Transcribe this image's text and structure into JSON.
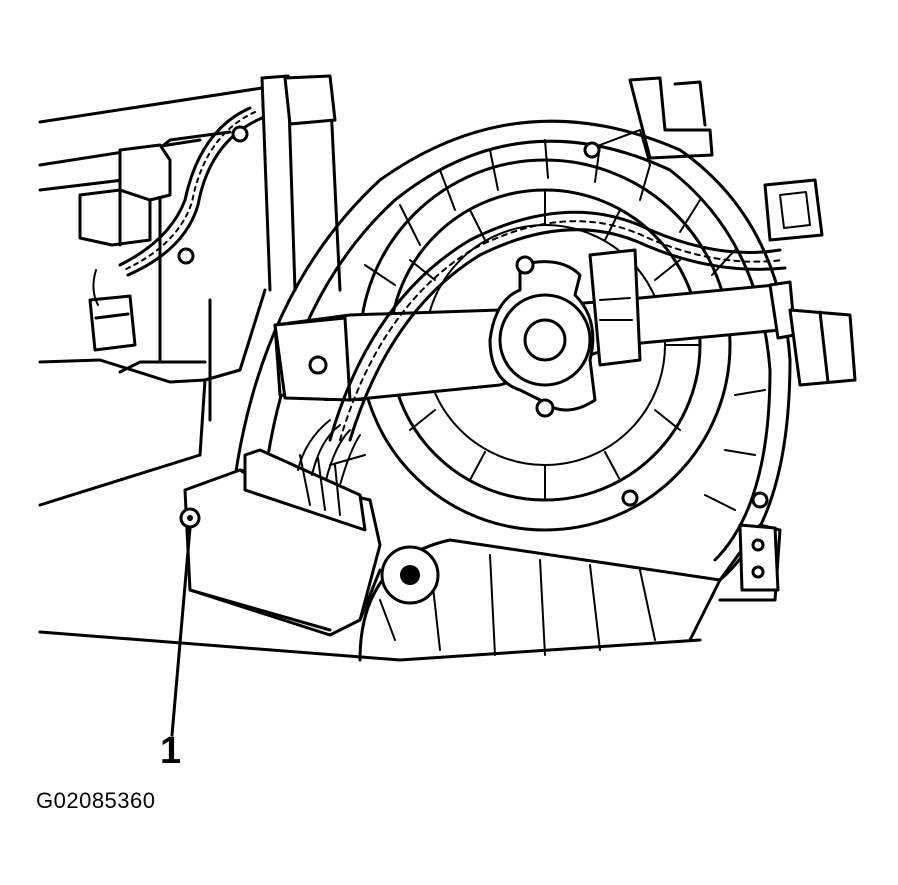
{
  "figure": {
    "callout_label": "1",
    "figure_id": "G02085360"
  },
  "parts": {
    "housing": "blower-housing",
    "motor": "blower-motor",
    "module": "blower-motor-resistor",
    "fastener": "resistor-screw"
  }
}
